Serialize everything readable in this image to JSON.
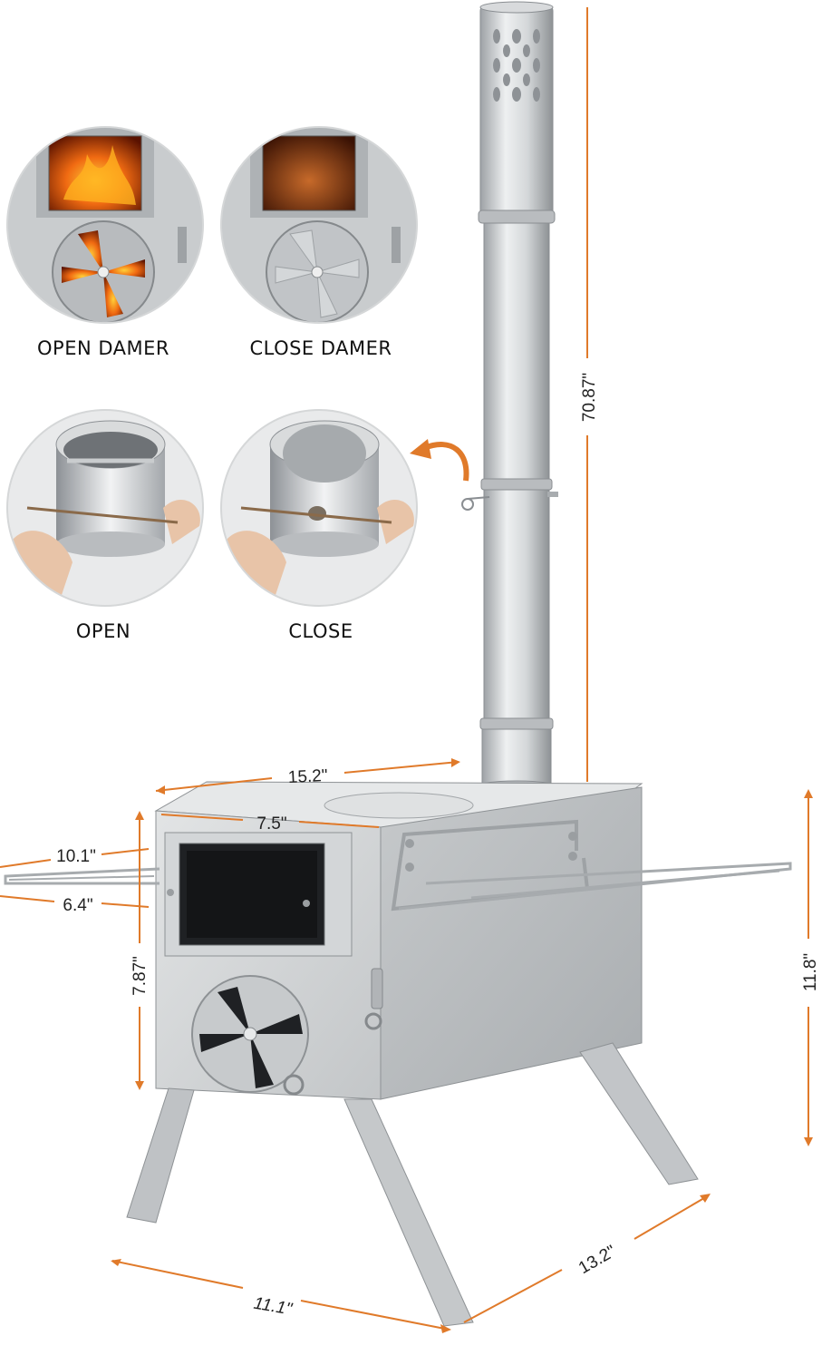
{
  "insets": {
    "open_damper_label": "OPEN DAMER",
    "close_damper_label": "CLOSE DAMER",
    "open_label": "OPEN",
    "close_label": "CLOSE"
  },
  "dimensions": {
    "chimney_height": "70.87\"",
    "top_width": "15.2\"",
    "door_width": "7.5\"",
    "shelf_length": "10.1\"",
    "shelf_depth": "6.4\"",
    "door_height": "7.87\"",
    "body_height": "11.8\"",
    "leg_depth": "13.2\"",
    "leg_width": "11.1\""
  },
  "colors": {
    "dimension_line": "#e07a2a",
    "steel": "#c9ccce",
    "fire": "#e85a10"
  }
}
